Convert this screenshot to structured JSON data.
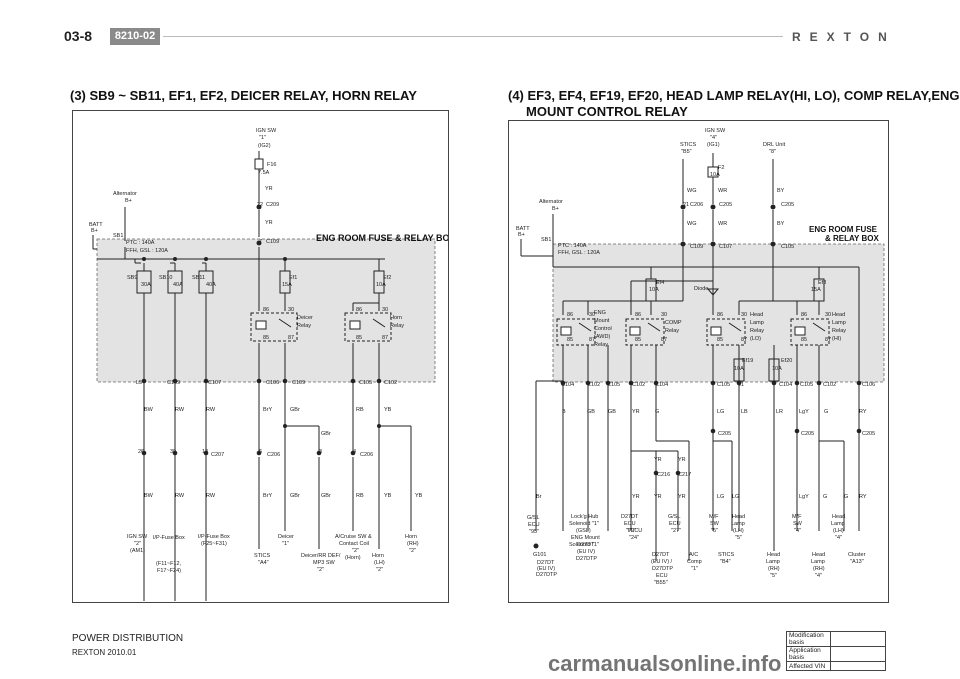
{
  "header": {
    "page_number": "03-8",
    "section_tag": "8210-02",
    "brand": "REXTON"
  },
  "left": {
    "title": "(3) SB9 ~ SB11, EF1, EF2, DEICER RELAY, HORN RELAY",
    "box_label": "ENG ROOM FUSE & RELAY BOX",
    "labels": [
      [
        "IGN SW",
        255,
        131
      ],
      [
        "\"1\"",
        258,
        138
      ],
      [
        "(IG2)",
        257,
        146
      ],
      [
        "F16",
        266,
        165
      ],
      [
        "7.5A",
        257,
        173
      ],
      [
        "YR",
        264,
        189
      ],
      [
        "22",
        256,
        205
      ],
      [
        "C209",
        265,
        205
      ],
      [
        "YR",
        264,
        223
      ],
      [
        "7",
        258,
        242
      ],
      [
        "C109",
        265,
        242
      ],
      [
        "Alternator",
        112,
        194
      ],
      [
        "B+",
        124,
        201
      ],
      [
        "BATT",
        88,
        225
      ],
      [
        "B+",
        90,
        231
      ],
      [
        "SB1",
        112,
        236
      ],
      [
        "PTC : 140A",
        125,
        243
      ],
      [
        "FFH, GSL : 120A",
        125,
        251
      ],
      [
        "SB9",
        126,
        278
      ],
      [
        "30A",
        140,
        285
      ],
      [
        "SB10",
        158,
        278
      ],
      [
        "40A",
        172,
        285
      ],
      [
        "SB11",
        191,
        278
      ],
      [
        "40A",
        205,
        285
      ],
      [
        "Ef1",
        288,
        278
      ],
      [
        "15A",
        281,
        285
      ],
      [
        "Ef2",
        382,
        278
      ],
      [
        "10A",
        375,
        285
      ],
      [
        "86",
        262,
        310
      ],
      [
        "30",
        287,
        310
      ],
      [
        "85",
        262,
        338
      ],
      [
        "87",
        287,
        338
      ],
      [
        "Deicer",
        296,
        318
      ],
      [
        "Relay",
        296,
        326
      ],
      [
        "86",
        355,
        310
      ],
      [
        "30",
        381,
        310
      ],
      [
        "85",
        355,
        338
      ],
      [
        "87",
        381,
        338
      ],
      [
        "Horn",
        389,
        318
      ],
      [
        "Relay",
        389,
        326
      ],
      [
        "L5",
        135,
        383
      ],
      [
        "C109",
        166,
        383
      ],
      [
        "C107",
        207,
        383
      ],
      [
        "C106",
        265,
        383
      ],
      [
        "C109",
        291,
        383
      ],
      [
        "C105",
        358,
        383
      ],
      [
        "C102",
        383,
        383
      ],
      [
        "BW",
        143,
        410
      ],
      [
        "RW",
        174,
        410
      ],
      [
        "RW",
        205,
        410
      ],
      [
        "BrY",
        262,
        410
      ],
      [
        "GBr",
        289,
        410
      ],
      [
        "RB",
        355,
        410
      ],
      [
        "YB",
        383,
        410
      ],
      [
        "GBr",
        320,
        434
      ],
      [
        "26",
        137,
        452
      ],
      [
        "39",
        169,
        452
      ],
      [
        "13",
        201,
        452
      ],
      [
        "C207",
        210,
        455
      ],
      [
        "6",
        258,
        452
      ],
      [
        "C206",
        266,
        455
      ],
      [
        "3",
        318,
        452
      ],
      [
        "4",
        352,
        452
      ],
      [
        "C206",
        359,
        455
      ],
      [
        "BW",
        143,
        496
      ],
      [
        "RW",
        174,
        496
      ],
      [
        "RW",
        205,
        496
      ],
      [
        "BrY",
        262,
        496
      ],
      [
        "GBr",
        289,
        496
      ],
      [
        "GBr",
        320,
        496
      ],
      [
        "RB",
        355,
        496
      ],
      [
        "YB",
        383,
        496
      ],
      [
        "YB",
        414,
        496
      ],
      [
        "IGN SW",
        126,
        537
      ],
      [
        "\"2\"",
        133,
        544
      ],
      [
        "(AM1)",
        129,
        551
      ],
      [
        "I/P-Fuse Box",
        152,
        538
      ],
      [
        "(F11~F12,",
        155,
        564
      ],
      [
        "F17~F24)",
        156,
        571
      ],
      [
        "I/P-Fuse Box",
        197,
        537
      ],
      [
        "(F25~F31)",
        200,
        544
      ],
      [
        "Deicer",
        277,
        537
      ],
      [
        "\"1\"",
        281,
        544
      ],
      [
        "STICS",
        253,
        556
      ],
      [
        "\"A4\"",
        257,
        563
      ],
      [
        "A/Cruise SW &",
        334,
        537
      ],
      [
        "Contact Coil",
        338,
        544
      ],
      [
        "\"2\"",
        351,
        551
      ],
      [
        "(Horn)",
        344,
        558
      ],
      [
        "Deicer/RR DEF/",
        300,
        556
      ],
      [
        "MP3 SW",
        312,
        563
      ],
      [
        "\"2\"",
        316,
        570
      ],
      [
        "Horn",
        371,
        556
      ],
      [
        "(LH)",
        373,
        563
      ],
      [
        "\"2\"",
        375,
        570
      ],
      [
        "Horn",
        404,
        537
      ],
      [
        "(RH)",
        406,
        544
      ],
      [
        "\"2\"",
        408,
        551
      ]
    ]
  },
  "right": {
    "title_line1": "(4) EF3, EF4, EF19, EF20, HEAD LAMP RELAY(HI, LO), COMP RELAY,ENG",
    "title_line2": "MOUNT CONTROL RELAY",
    "box_label_1": "ENG ROOM FUSE",
    "box_label_2": "& RELAY BOX",
    "labels": [
      [
        "STICS",
        679,
        145
      ],
      [
        "\"B5\"",
        680,
        152
      ],
      [
        "IGN SW",
        704,
        131
      ],
      [
        "\"4\"",
        709,
        138
      ],
      [
        "(IG1)",
        706,
        145
      ],
      [
        "DRL Unit",
        762,
        145
      ],
      [
        "\"8\"",
        768,
        152
      ],
      [
        "F2",
        717,
        168
      ],
      [
        "10A",
        709,
        175
      ],
      [
        "WG",
        686,
        191
      ],
      [
        "WR",
        717,
        191
      ],
      [
        "BY",
        776,
        191
      ],
      [
        "21",
        682,
        205
      ],
      [
        "C206",
        689,
        205
      ],
      [
        "C205",
        718,
        205
      ],
      [
        "C205",
        780,
        205
      ],
      [
        "WG",
        686,
        224
      ],
      [
        "WR",
        717,
        224
      ],
      [
        "BY",
        776,
        224
      ],
      [
        "C109",
        689,
        247
      ],
      [
        "C107",
        718,
        247
      ],
      [
        "C105",
        780,
        247
      ],
      [
        "Alternator",
        538,
        202
      ],
      [
        "B+",
        551,
        209
      ],
      [
        "BATT",
        515,
        229
      ],
      [
        "B+",
        517,
        235
      ],
      [
        "SB1",
        540,
        240
      ],
      [
        "PTC : 140A",
        557,
        246
      ],
      [
        "FFH, GSL : 120A",
        557,
        253
      ],
      [
        "Ef4",
        655,
        283
      ],
      [
        "10A",
        648,
        290
      ],
      [
        "Diode",
        693,
        289
      ],
      [
        "Ef3",
        817,
        283
      ],
      [
        "15A",
        810,
        290
      ],
      [
        "86",
        566,
        315
      ],
      [
        "30",
        588,
        315
      ],
      [
        "85",
        566,
        340
      ],
      [
        "87",
        588,
        340
      ],
      [
        "ENG",
        593,
        313
      ],
      [
        "Mount",
        593,
        321
      ],
      [
        "Control",
        593,
        329
      ],
      [
        "(AWD)",
        593,
        337
      ],
      [
        "Relay",
        593,
        345
      ],
      [
        "86",
        634,
        315
      ],
      [
        "30",
        660,
        315
      ],
      [
        "85",
        634,
        340
      ],
      [
        "87",
        660,
        340
      ],
      [
        "COMP",
        664,
        323
      ],
      [
        "Relay",
        664,
        331
      ],
      [
        "86",
        716,
        315
      ],
      [
        "30",
        740,
        315
      ],
      [
        "85",
        716,
        340
      ],
      [
        "87",
        740,
        340
      ],
      [
        "Head",
        749,
        315
      ],
      [
        "Lamp",
        749,
        323
      ],
      [
        "Relay",
        749,
        331
      ],
      [
        "(LO)",
        749,
        339
      ],
      [
        "86",
        800,
        315
      ],
      [
        "30",
        824,
        315
      ],
      [
        "85",
        800,
        340
      ],
      [
        "87",
        824,
        340
      ],
      [
        "Head",
        831,
        315
      ],
      [
        "Lamp",
        831,
        323
      ],
      [
        "Relay",
        831,
        331
      ],
      [
        "(HI)",
        831,
        339
      ],
      [
        "Ef19",
        741,
        361
      ],
      [
        "10A",
        733,
        369
      ],
      [
        "Ef20",
        780,
        361
      ],
      [
        "10A",
        771,
        369
      ],
      [
        "C104",
        560,
        385
      ],
      [
        "C102",
        586,
        385
      ],
      [
        "C105",
        606,
        385
      ],
      [
        "C102",
        631,
        385
      ],
      [
        "C104",
        654,
        385
      ],
      [
        "C105",
        716,
        385
      ],
      [
        "L1",
        737,
        385
      ],
      [
        "C104",
        778,
        385
      ],
      [
        "C105",
        799,
        385
      ],
      [
        "C102",
        822,
        385
      ],
      [
        "C106",
        861,
        385
      ],
      [
        "B",
        561,
        412
      ],
      [
        "GB",
        586,
        412
      ],
      [
        "GB",
        607,
        412
      ],
      [
        "YR",
        631,
        412
      ],
      [
        "G",
        654,
        412
      ],
      [
        "LG",
        716,
        412
      ],
      [
        "LB",
        740,
        412
      ],
      [
        "LR",
        775,
        412
      ],
      [
        "LgY",
        798,
        412
      ],
      [
        "G",
        823,
        412
      ],
      [
        "RY",
        858,
        412
      ],
      [
        "C205",
        717,
        434
      ],
      [
        "C205",
        800,
        434
      ],
      [
        "C205",
        861,
        434
      ],
      [
        "YR",
        653,
        460
      ],
      [
        "YR",
        677,
        460
      ],
      [
        "C216",
        656,
        475
      ],
      [
        "C217",
        677,
        475
      ],
      [
        "Br",
        535,
        497
      ],
      [
        "YR",
        631,
        497
      ],
      [
        "YR",
        653,
        497
      ],
      [
        "YR",
        677,
        497
      ],
      [
        "LG",
        716,
        497
      ],
      [
        "LG",
        731,
        497
      ],
      [
        "LgY",
        798,
        497
      ],
      [
        "G",
        822,
        497
      ],
      [
        "G",
        843,
        497
      ],
      [
        "RY",
        858,
        497
      ],
      [
        "G/SL",
        526,
        518
      ],
      [
        "ECU",
        527,
        525
      ],
      [
        "\"95\"",
        528,
        532
      ],
      [
        "Lock'g Hub",
        570,
        517
      ],
      [
        "Solenoid \"1\"",
        568,
        524
      ],
      [
        "(GSL)",
        575,
        531
      ],
      [
        "ENG Mount",
        570,
        538
      ],
      [
        "Solenoid \"1\"",
        568,
        545
      ],
      [
        "D27DT",
        576,
        545
      ],
      [
        "(EU IV)",
        576,
        552
      ],
      [
        "D27DTP",
        575,
        559
      ],
      [
        "TCCU",
        626,
        531
      ],
      [
        "\"24\"",
        628,
        538
      ],
      [
        "D27DT",
        620,
        517
      ],
      [
        "ECU",
        623,
        524
      ],
      [
        "\"79\"",
        625,
        531
      ],
      [
        "G/SL",
        667,
        517
      ],
      [
        "ECU",
        668,
        524
      ],
      [
        "\"27\"",
        670,
        531
      ],
      [
        "M/F",
        708,
        517
      ],
      [
        "SW",
        709,
        524
      ],
      [
        "\"5\"",
        710,
        531
      ],
      [
        "Head",
        731,
        517
      ],
      [
        "Lamp",
        730,
        524
      ],
      [
        "(LH)",
        732,
        531
      ],
      [
        "\"5\"",
        734,
        538
      ],
      [
        "STICS",
        717,
        555
      ],
      [
        "\"B4\"",
        719,
        562
      ],
      [
        "M/F",
        791,
        517
      ],
      [
        "SW",
        792,
        524
      ],
      [
        "\"4\"",
        793,
        531
      ],
      [
        "Head",
        831,
        517
      ],
      [
        "Lamp",
        830,
        524
      ],
      [
        "(LH)",
        832,
        531
      ],
      [
        "\"4\"",
        834,
        538
      ],
      [
        "G101",
        532,
        555
      ],
      [
        "D27DT",
        536,
        563
      ],
      [
        "(EU IV)",
        536,
        569
      ],
      [
        "D27DTP",
        535,
        575
      ],
      [
        "D27DT",
        651,
        555
      ],
      [
        "(EU IV) /",
        650,
        562
      ],
      [
        "D27DTP",
        651,
        569
      ],
      [
        "ECU",
        655,
        576
      ],
      [
        "\"B55\"",
        653,
        583
      ],
      [
        "A/C",
        688,
        555
      ],
      [
        "Comp",
        686,
        562
      ],
      [
        "\"1\"",
        690,
        569
      ],
      [
        "Head",
        766,
        555
      ],
      [
        "Lamp",
        765,
        562
      ],
      [
        "(RH)",
        767,
        569
      ],
      [
        "\"5\"",
        769,
        576
      ],
      [
        "Head",
        811,
        555
      ],
      [
        "Lamp",
        810,
        562
      ],
      [
        "(RH)",
        812,
        569
      ],
      [
        "\"4\"",
        814,
        576
      ],
      [
        "Cluster",
        847,
        555
      ],
      [
        "\"A13\"",
        849,
        562
      ]
    ]
  },
  "footer": {
    "title": "POWER DISTRIBUTION",
    "subtitle": "REXTON 2010.01"
  },
  "info_rows": [
    {
      "label": "Modification basis"
    },
    {
      "label": "Application basis"
    },
    {
      "label": "Affected VIN"
    }
  ],
  "watermark": "carmanualsonline.info"
}
